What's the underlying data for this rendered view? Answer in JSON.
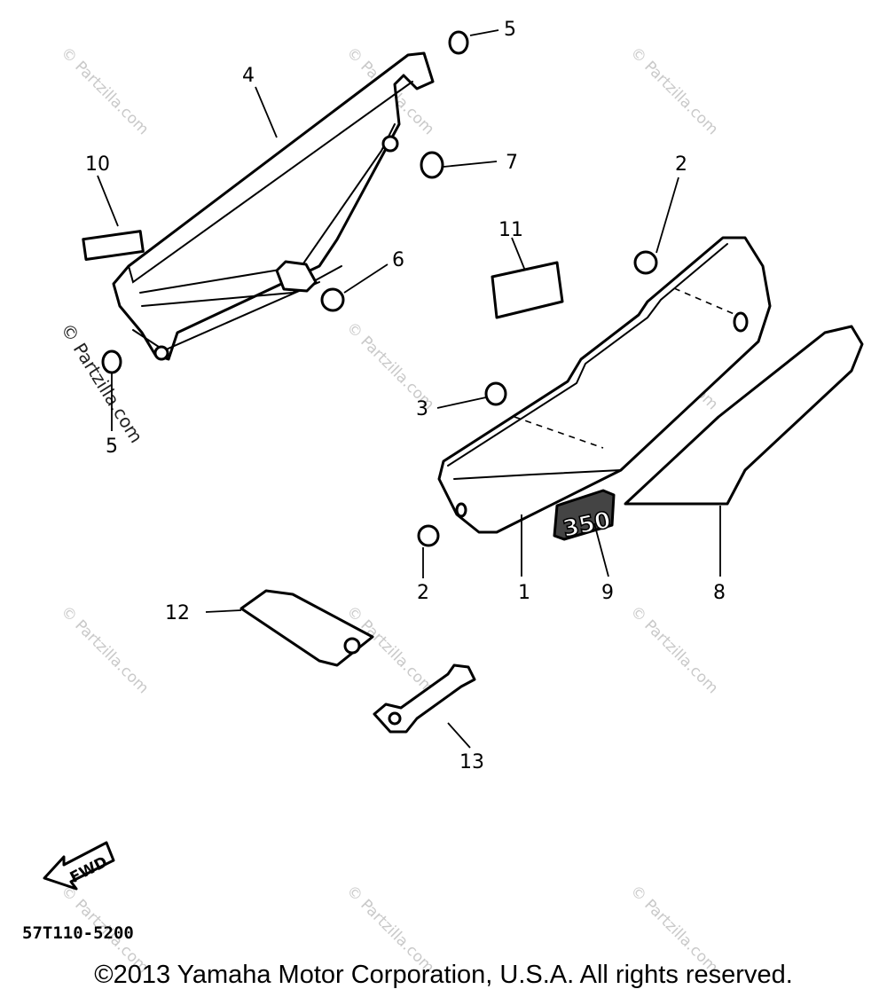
{
  "diagram": {
    "callouts": [
      "5",
      "4",
      "10",
      "7",
      "2",
      "11",
      "6",
      "5",
      "3",
      "2",
      "1",
      "9",
      "8",
      "12",
      "13"
    ],
    "watermark": "© Partzilla.com",
    "decal_number": "350",
    "fwd_label": "FWD",
    "diagram_code": "57T110-5200"
  },
  "footer": {
    "copyright": "©2013 Yamaha Motor Corporation, U.S.A. All rights reserved."
  }
}
